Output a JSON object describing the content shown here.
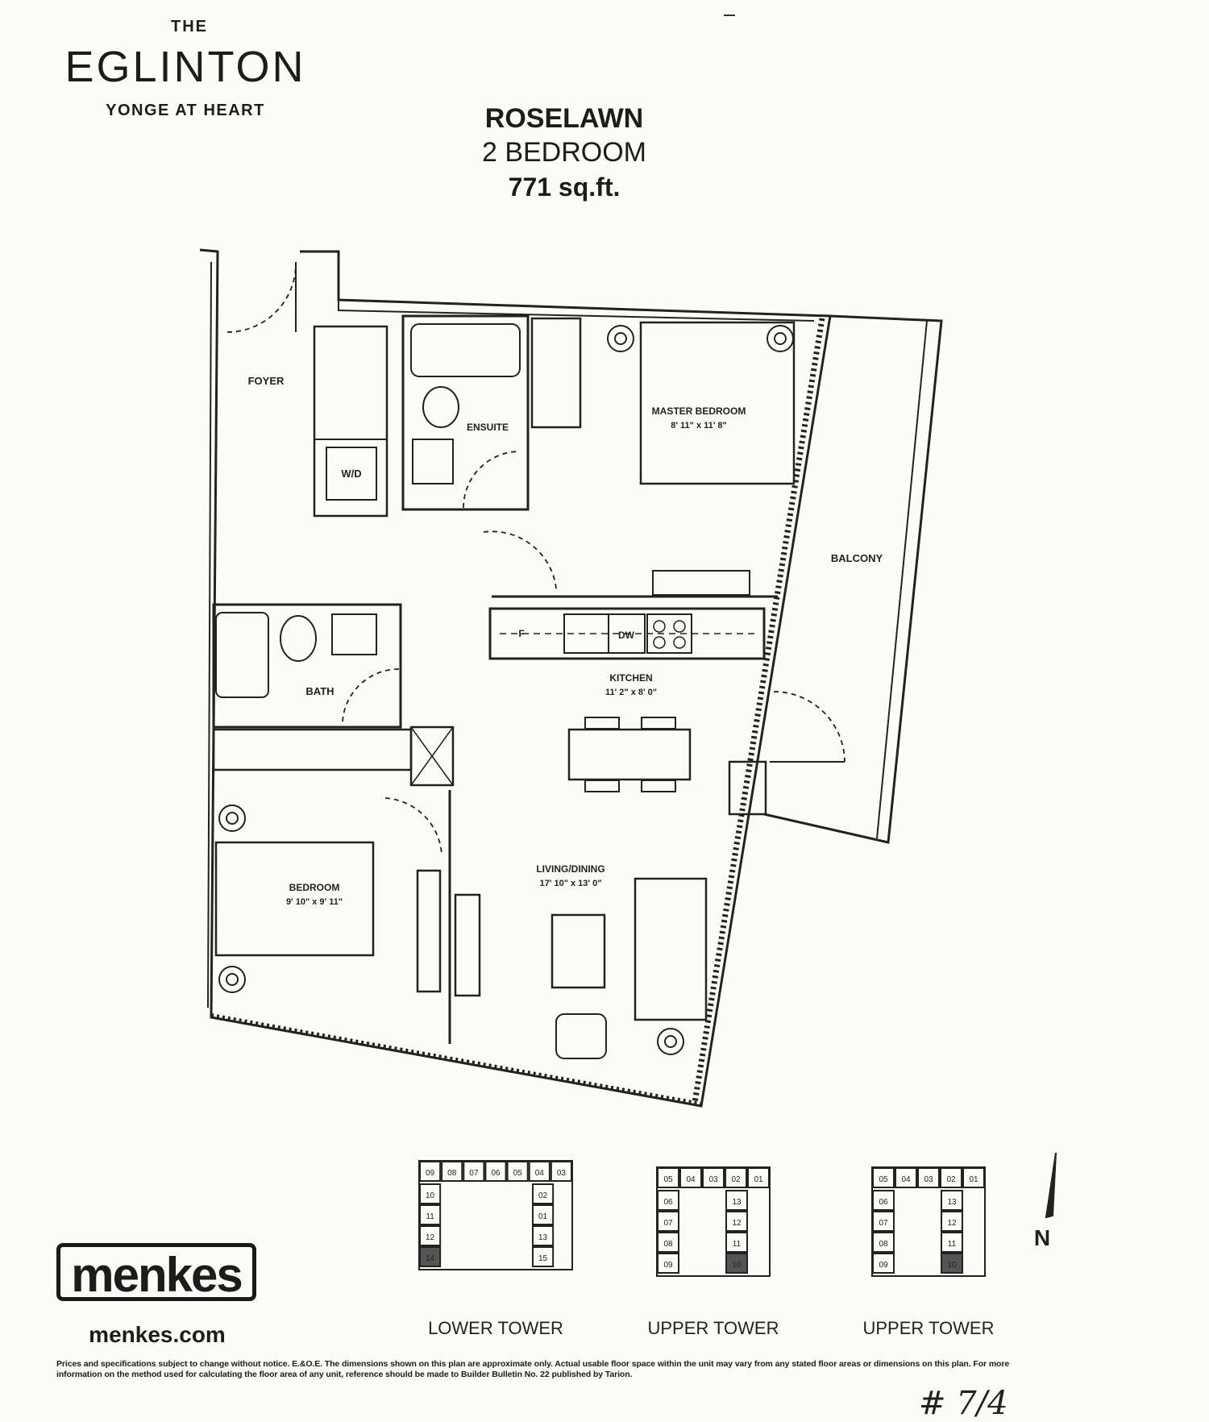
{
  "brand": {
    "the": "THE",
    "name": "EGLINTON",
    "tagline": "YONGE AT HEART"
  },
  "unit": {
    "name": "ROSELAWN",
    "type": "2 BEDROOM",
    "area": "771 sq.ft."
  },
  "rooms": {
    "foyer": "FOYER",
    "washer_dryer": "W/D",
    "ensuite": "ENSUITE",
    "master_bedroom": "MASTER BEDROOM",
    "master_bedroom_dims": "8' 11\" x 11' 8\"",
    "balcony": "BALCONY",
    "fridge": "F",
    "dishwasher": "DW",
    "kitchen": "KITCHEN",
    "kitchen_dims": "11' 2\" x 8' 0\"",
    "bath": "BATH",
    "bedroom": "BEDROOM",
    "bedroom_dims": "9' 10\" x 9' 11\"",
    "living_dining": "LIVING/DINING",
    "living_dining_dims": "17' 10\" x 13' 0\""
  },
  "key_plans": [
    {
      "label": "LOWER TOWER",
      "units": [
        "09",
        "08",
        "07",
        "06",
        "05",
        "04",
        "03",
        "10",
        "02",
        "11",
        "01",
        "12",
        "13",
        "14",
        "15"
      ],
      "highlight": "14"
    },
    {
      "label": "UPPER TOWER",
      "units": [
        "05",
        "04",
        "03",
        "02",
        "01",
        "06",
        "13",
        "07",
        "12",
        "08",
        "11",
        "09",
        "10"
      ],
      "highlight": "10"
    },
    {
      "label": "UPPER TOWER",
      "units": [
        "05",
        "04",
        "03",
        "02",
        "01",
        "06",
        "13",
        "07",
        "12",
        "08",
        "11",
        "09",
        "10"
      ],
      "highlight": "10"
    }
  ],
  "north": "N",
  "developer": {
    "logo": "menkes",
    "url": "menkes.com"
  },
  "disclaimer": "Prices and specifications subject to change without notice. E.&O.E. The dimensions shown on this plan are approximate only. Actual usable floor space within the unit may vary from any stated floor areas or dimensions on this plan. For more information on the method used for calculating the floor area of any unit, reference should be made to Builder Bulletin No. 22 published by Tarion.",
  "handwritten_note": "# 7/4",
  "colors": {
    "ink": "#1c1c1c",
    "paper": "#fbfbf8",
    "highlight_unit": "#555555"
  }
}
